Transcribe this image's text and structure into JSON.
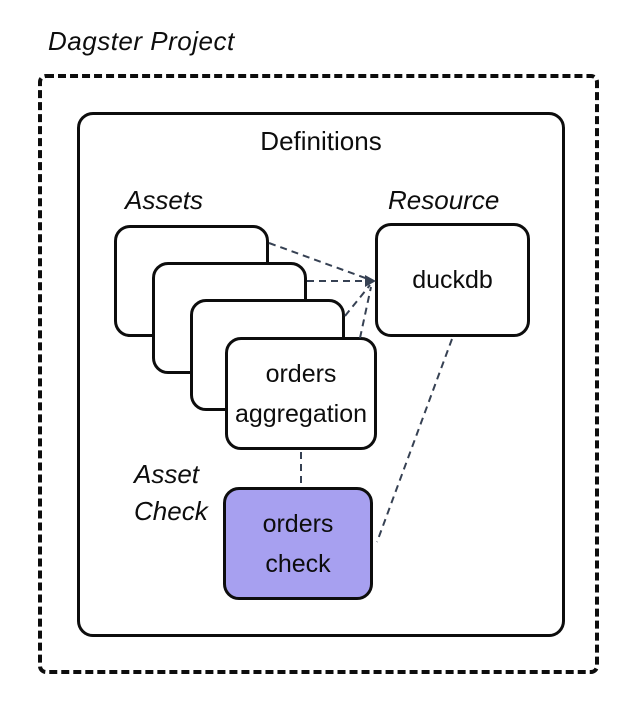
{
  "title": "Dagster Project",
  "definitions": {
    "label": "Definitions"
  },
  "labels": {
    "assets": "Assets",
    "resource": "Resource",
    "asset_check": "Asset Check"
  },
  "nodes": {
    "orders_aggregation": {
      "label": "orders aggregation",
      "kind": "asset"
    },
    "duckdb": {
      "label": "duckdb",
      "kind": "resource"
    },
    "orders_check": {
      "label": "orders check",
      "kind": "asset check"
    }
  },
  "asset_stack_count": 4,
  "edges": [
    {
      "from": "asset-card-1",
      "to": "duckdb",
      "style": "dashed"
    },
    {
      "from": "asset-card-2",
      "to": "duckdb",
      "style": "dashed"
    },
    {
      "from": "asset-card-3",
      "to": "duckdb",
      "style": "dashed"
    },
    {
      "from": "orders aggregation",
      "to": "duckdb",
      "style": "dashed"
    },
    {
      "from": "orders aggregation",
      "to": "orders check",
      "style": "dashed"
    },
    {
      "from": "duckdb",
      "to": "orders check",
      "style": "dashed"
    }
  ],
  "colors": {
    "ink": "#0d0d0d",
    "connector": "#364153",
    "asset_check_fill": "#a7a0f0",
    "node_fill": "#ffffff",
    "bg": "#ffffff"
  }
}
